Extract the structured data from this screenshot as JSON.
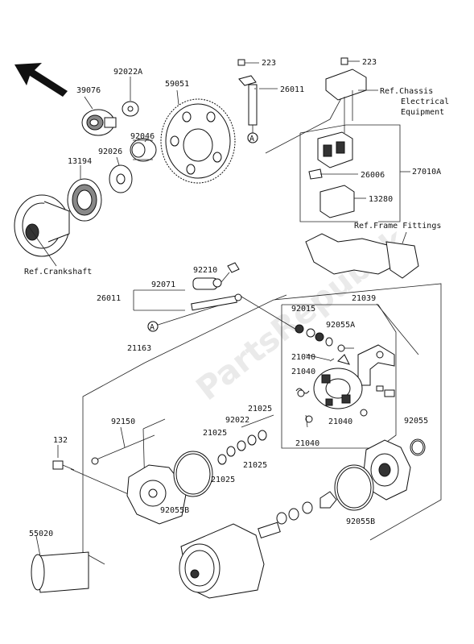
{
  "labels": {
    "p223a": "223",
    "p223b": "223",
    "p26011a": "26011",
    "p39076": "39076",
    "p92022a": "92022A",
    "p59051": "59051",
    "p92046": "92046",
    "p92026": "92026",
    "p13194": "13194",
    "p26006": "26006",
    "p27010a": "27010A",
    "p13280": "13280",
    "p92210": "92210",
    "p92071": "92071",
    "p26011b": "26011",
    "p92015": "92015",
    "p21039": "21039",
    "p92055a": "92055A",
    "p21163": "21163",
    "p21040a": "21040",
    "p21040b": "21040",
    "p21040c": "21040",
    "p21040d": "21040",
    "p21025a": "21025",
    "p21025b": "21025",
    "p21025c": "21025",
    "p21025d": "21025",
    "p92022": "92022",
    "p92150": "92150",
    "p132": "132",
    "p92055": "92055",
    "p92055b1": "92055B",
    "p92055b2": "92055B",
    "p55020": "55020"
  },
  "references": {
    "chassis_line1": "Ref.Chassis",
    "chassis_line2": "Electrical",
    "chassis_line3": "Equipment",
    "frame": "Ref.Frame Fittings",
    "crankshaft": "Ref.Crankshaft"
  },
  "callouts": {
    "a_upper": "A",
    "a_lower": "A"
  },
  "watermark": "PartsRepublik"
}
